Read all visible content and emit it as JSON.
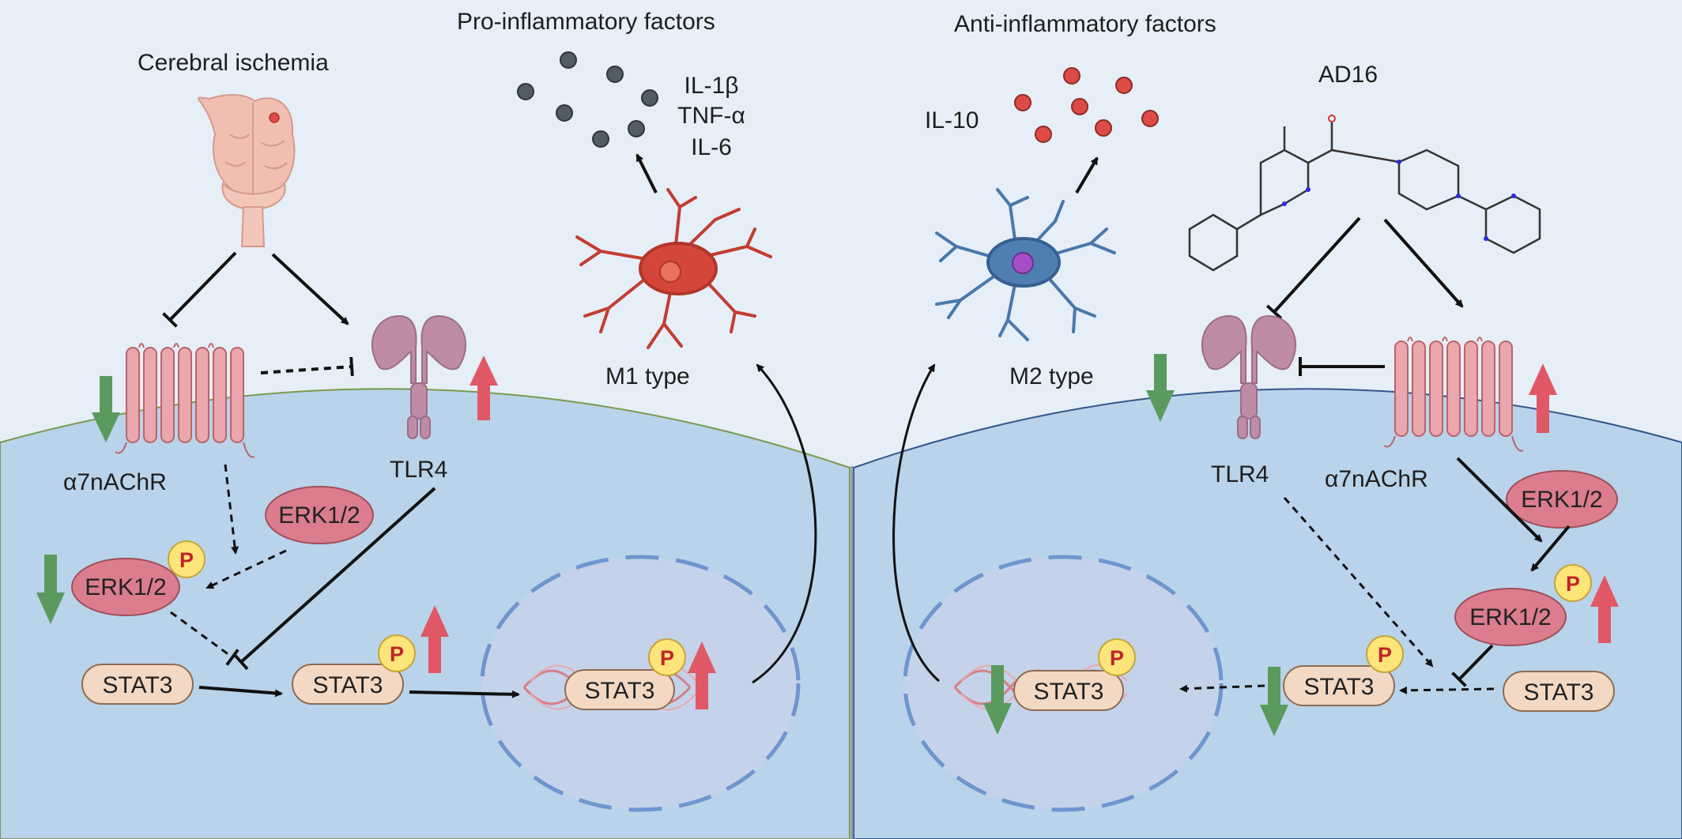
{
  "left": {
    "pro_inflammatory_title": "Pro-inflammatory factors",
    "cerebral_ischemia": "Cerebral ischemia",
    "cytokines": [
      "IL-1β",
      "TNF-α",
      "IL-6"
    ],
    "m1_label": "M1 type",
    "receptor_label": "α7nAChR",
    "tlr4_label": "TLR4",
    "erk_free": "ERK1/2",
    "erk_phos": "ERK1/2",
    "stat3_free": "STAT3",
    "stat3_phos": "STAT3",
    "stat3_dna": "STAT3"
  },
  "right": {
    "anti_inflammatory_title": "Anti-inflammatory factors",
    "drug_label": "AD16",
    "cytokine": "IL-10",
    "m2_label": "M2 type",
    "tlr4_label": "TLR4",
    "receptor_label": "α7nAChR",
    "erk_free": "ERK1/2",
    "erk_phos": "ERK1/2",
    "stat3_free": "STAT3",
    "stat3_phos": "STAT3",
    "stat3_dna": "STAT3"
  },
  "phospho_label": "P",
  "colors": {
    "background": "#e6eef7",
    "cell": "#b9d3ea",
    "pro_dots": "#525c66",
    "anti_dots": "#dd4b47",
    "m1_cell": "#d4463a",
    "m2_cell": "#4f7eb3",
    "up_arrow": "#e05866",
    "down_arrow": "#5a9a5e"
  }
}
